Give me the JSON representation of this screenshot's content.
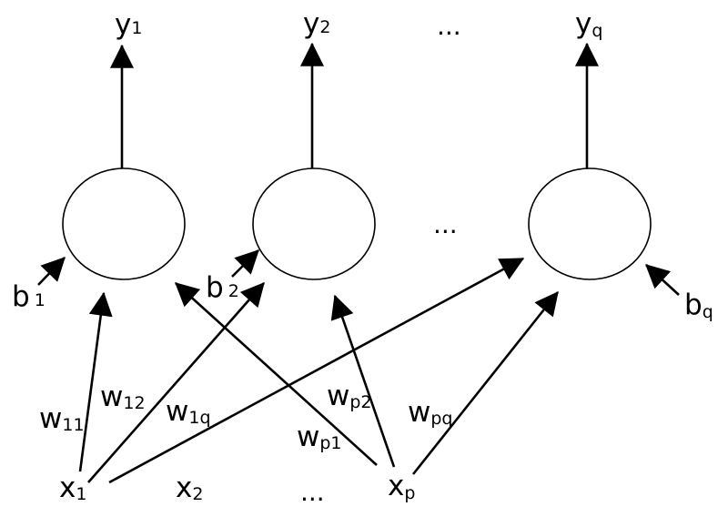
{
  "diagram": {
    "type": "single-layer neural network",
    "colors": {
      "stroke": "#000000",
      "background": "#ffffff"
    },
    "outputs": [
      {
        "id": "y1",
        "base": "y",
        "sub": "1"
      },
      {
        "id": "y2",
        "base": "y",
        "sub": "2"
      },
      {
        "id": "yq",
        "base": "y",
        "sub": "q"
      }
    ],
    "output_ellipsis": "...",
    "neuron_ellipsis": "...",
    "biases": [
      {
        "id": "b1",
        "base": "b",
        "sub": "1"
      },
      {
        "id": "b2",
        "base": "b",
        "sub": "2"
      },
      {
        "id": "bq",
        "base": "b",
        "sub": "q"
      }
    ],
    "inputs": [
      {
        "id": "x1",
        "base": "x",
        "sub": "1"
      },
      {
        "id": "x2",
        "base": "x",
        "sub": "2"
      },
      {
        "id": "xp",
        "base": "x",
        "sub": "p"
      }
    ],
    "input_ellipsis": "...",
    "weights": [
      {
        "id": "w11",
        "base": "w",
        "sub": "11",
        "from": "x1",
        "to": "neuron1"
      },
      {
        "id": "w12",
        "base": "w",
        "sub": "12",
        "from": "x1",
        "to": "neuron2"
      },
      {
        "id": "w1q",
        "base": "w",
        "sub": "1q",
        "from": "x1",
        "to": "neuronq"
      },
      {
        "id": "wp1",
        "base": "w",
        "sub": "p1",
        "from": "xp",
        "to": "neuron1"
      },
      {
        "id": "wp2",
        "base": "w",
        "sub": "p2",
        "from": "xp",
        "to": "neuron2"
      },
      {
        "id": "wpq",
        "base": "w",
        "sub": "pq",
        "from": "xp",
        "to": "neuronq"
      }
    ]
  }
}
